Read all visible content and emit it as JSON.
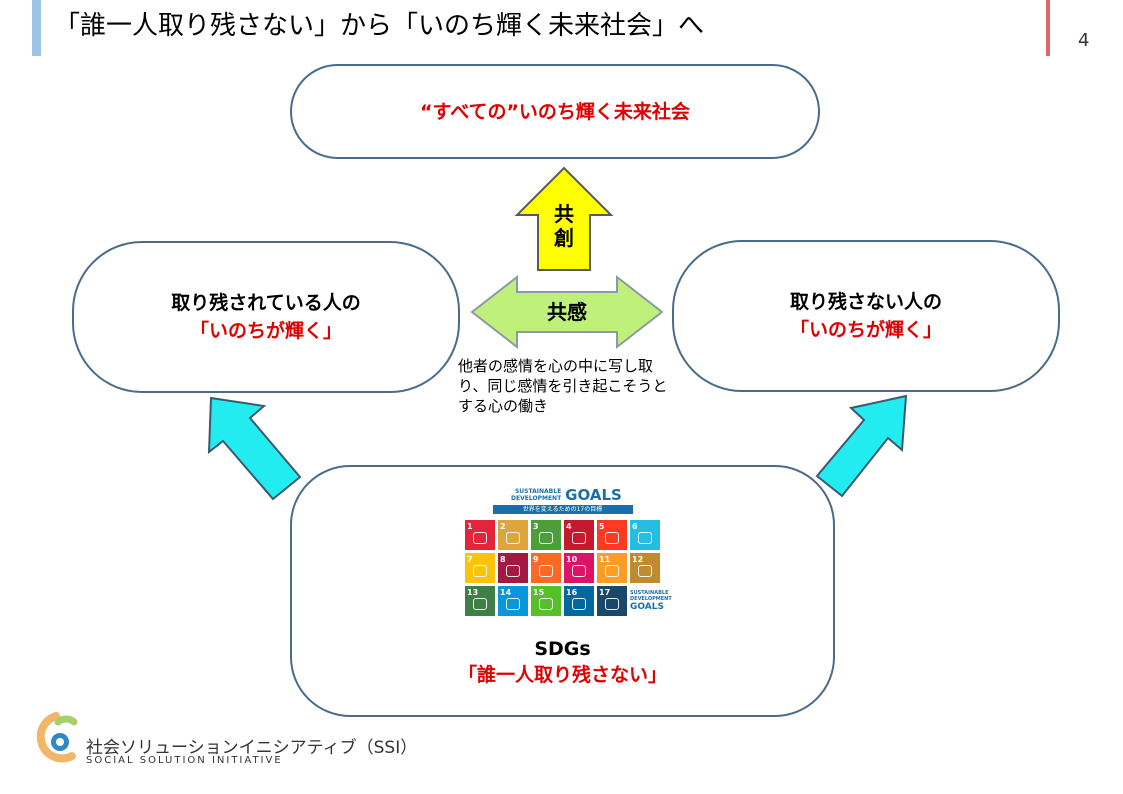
{
  "header": {
    "title": "「誰一人取り残さない」から「いのち輝く未来社会」へ",
    "page_number": "4"
  },
  "diagram": {
    "top_node": {
      "text": "“すべての”いのち輝く未来社会"
    },
    "left_node": {
      "line1": "取り残されている人の",
      "line2": "「いのちが輝く」"
    },
    "right_node": {
      "line1": "取り残さない人の",
      "line2": "「いのちが輝く」"
    },
    "bottom_node": {
      "line1": "SDGs",
      "line2": "「誰一人取り残さない」"
    },
    "up_arrow": {
      "line1": "共",
      "line2": "創",
      "fill": "#ffff00",
      "stroke": "#5a5a5a"
    },
    "double_arrow": {
      "label": "共感",
      "fill": "#bff07a",
      "stroke": "#8a9aa8"
    },
    "empathy_caption": "他者の感情を心の中に写し取り、同じ感情を引き起こそうとする心の働き",
    "side_arrow_color": "#22ecf0",
    "node_border_color": "#4a6b8a"
  },
  "sdgs_logo": {
    "header_line1": "SUSTAINABLE DEVELOPMENT",
    "header_word": "GOALS",
    "subtitle": "世界を変えるための17の目標",
    "tiles": [
      {
        "num": "1",
        "color": "#e5243b"
      },
      {
        "num": "2",
        "color": "#dda63a"
      },
      {
        "num": "3",
        "color": "#4c9f38"
      },
      {
        "num": "4",
        "color": "#c5192d"
      },
      {
        "num": "5",
        "color": "#ff3a21"
      },
      {
        "num": "6",
        "color": "#26bde2"
      },
      {
        "num": "7",
        "color": "#fcc30b"
      },
      {
        "num": "8",
        "color": "#a21942"
      },
      {
        "num": "9",
        "color": "#fd6925"
      },
      {
        "num": "10",
        "color": "#dd1367"
      },
      {
        "num": "11",
        "color": "#fd9d24"
      },
      {
        "num": "12",
        "color": "#bf8b2e"
      },
      {
        "num": "13",
        "color": "#3f7e44"
      },
      {
        "num": "14",
        "color": "#0a97d9"
      },
      {
        "num": "15",
        "color": "#56c02b"
      },
      {
        "num": "16",
        "color": "#00689d"
      },
      {
        "num": "17",
        "color": "#19486a"
      }
    ],
    "last_tile_line1": "SUSTAINABLE DEVELOPMENT",
    "last_tile_word": "GOALS"
  },
  "footer": {
    "org_jp": "社会ソリューションイニシアティブ（SSI）",
    "org_en": "SOCIAL SOLUTION INITIATIVE"
  }
}
